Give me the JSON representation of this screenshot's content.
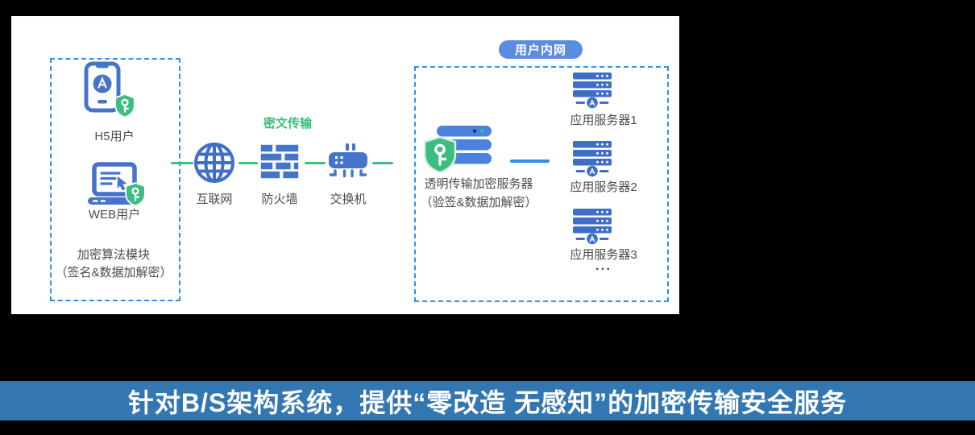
{
  "colors": {
    "icon_blue": "#4574c9",
    "server_blue": "#3f6fc5",
    "gateway_blue": "#4a82dd",
    "dashed_border_blue": "#2e90e8",
    "flow_green": "#3cbd7d",
    "shield_green": "#3dbd80",
    "pill_blue": "#5b8ce0",
    "banner_blue": "#3377b2"
  },
  "client_zone": {
    "nodes": [
      {
        "label": "H5用户"
      },
      {
        "label": "WEB用户"
      }
    ],
    "caption": {
      "line1": "加密算法模块",
      "line2": "（签名&数据加解密）"
    }
  },
  "transit": {
    "flow_label": "密文传输",
    "nodes": [
      {
        "label": "互联网"
      },
      {
        "label": "防火墙"
      },
      {
        "label": "交换机"
      }
    ]
  },
  "intranet_zone": {
    "title": "用户内网",
    "gateway": {
      "line1": "透明传输加密服务器",
      "line2": "（验签&数据加解密）"
    },
    "servers": [
      {
        "label": "应用服务器1"
      },
      {
        "label": "应用服务器2"
      },
      {
        "label": "应用服务器3"
      }
    ],
    "more": "..."
  },
  "banner": {
    "text": "针对B/S架构系统，提供“零改造 无感知”的加密传输安全服务"
  }
}
